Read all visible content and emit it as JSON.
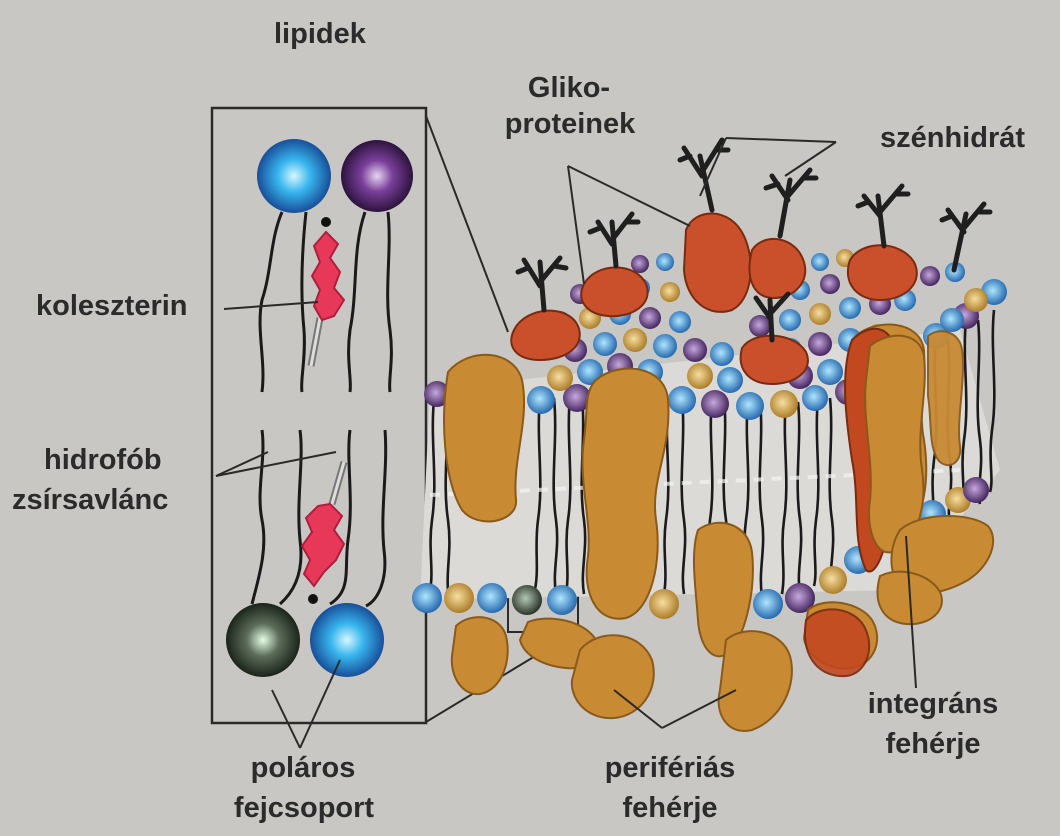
{
  "labels": {
    "lipids": "lipidek",
    "glycoprotein_line1": "Gliko-",
    "glycoprotein_line2": "proteinek",
    "carbohydrate": "szénhidrát",
    "cholesterol": "koleszterin",
    "hydrophobic_line1": "hidrofób",
    "hydrophobic_line2": "zsírsavlánc",
    "polar_line1": "poláros",
    "polar_line2": "fejcsoport",
    "peripheral_line1": "perifériás",
    "peripheral_line2": "fehérje",
    "integral_line1": "integráns",
    "integral_line2": "fehérje"
  },
  "colors": {
    "background": "#c9c7c3",
    "protein": "#c98a34",
    "glycoprotein": "#c9502a",
    "integral_dark": "#c2481f",
    "cholesterol": "#e8385a",
    "head_blue": "#2a8fd0",
    "head_purple": "#5a2a78",
    "head_green": "#3a4a3a",
    "head_gold": "#c99a3a",
    "tail": "#1a1a1a",
    "text": "#2b2b2b"
  }
}
